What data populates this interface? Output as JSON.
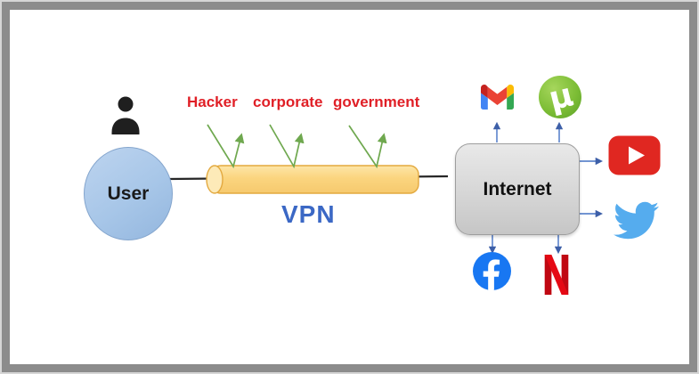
{
  "diagram": {
    "type": "vpn-tunnel-illustration",
    "frame": {
      "border_color": "#8c8c8c",
      "background": "#ffffff"
    }
  },
  "nodes": {
    "user": {
      "label": "User",
      "fill": "#a7c6e8"
    },
    "internet": {
      "label": "Internet",
      "fill": "#d6d6d6"
    },
    "vpn": {
      "label": "VPN",
      "label_color": "#3b68c5",
      "tunnel_fill": "#fbd983",
      "tunnel_border": "#e3a93f"
    }
  },
  "threats": {
    "color": "#e01f26",
    "items": [
      {
        "label": "Hacker"
      },
      {
        "label": "corporate"
      },
      {
        "label": "government"
      }
    ]
  },
  "arrows": {
    "deflected_color": "#6fa84f",
    "service_color": "#4472c4",
    "connection_color": "#262626"
  },
  "services": [
    {
      "name": "gmail",
      "icon": "gmail-icon",
      "colors": [
        "#4285f4",
        "#ea4335",
        "#fbbc04",
        "#34a853",
        "#c5221f"
      ]
    },
    {
      "name": "utorrent",
      "icon": "utorrent-icon",
      "glyph": "µ",
      "color": "#6cb32e"
    },
    {
      "name": "youtube",
      "icon": "youtube-icon",
      "color": "#e02721"
    },
    {
      "name": "twitter",
      "icon": "twitter-icon",
      "color": "#55acee"
    },
    {
      "name": "facebook",
      "icon": "facebook-icon",
      "color": "#1877f2"
    },
    {
      "name": "netflix",
      "icon": "netflix-icon",
      "color": "#e50914"
    }
  ]
}
